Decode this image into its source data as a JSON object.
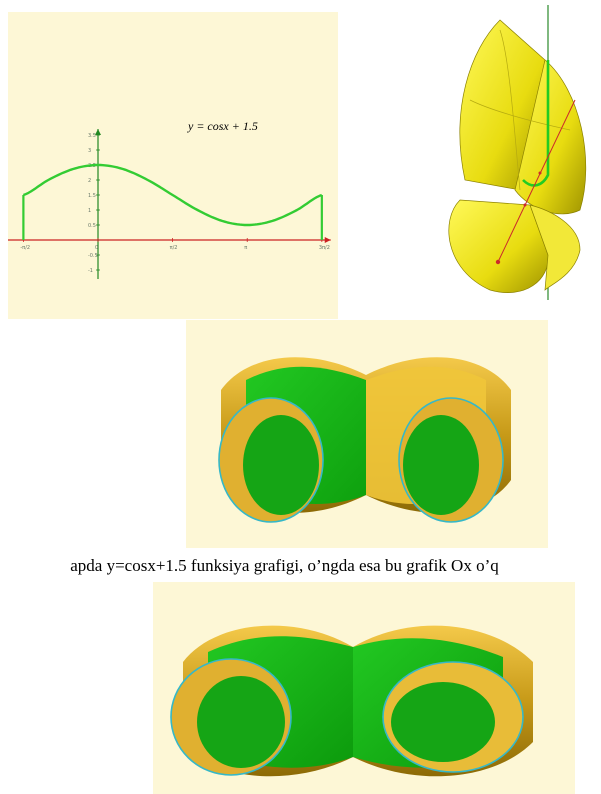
{
  "caption": "apda y=cosx+1.5 funksiya grafigi, o’ngda esa bu grafik Ox o’q",
  "graph": {
    "equation": "y = cosx + 1.5",
    "x_ticks": [
      "-π/2",
      "0",
      "π/2",
      "π",
      "3π/2"
    ],
    "y_ticks": [
      "3.5",
      "3",
      "2.5",
      "2",
      "1.5",
      "1",
      "0.5",
      "-0.5",
      "-1"
    ],
    "colors": {
      "curve": "#33cc33",
      "axis_x": "#cc2222",
      "axis_y": "#228822",
      "panel": "#fdf7d6"
    }
  },
  "chart_data": {
    "type": "line",
    "title": "",
    "xlabel": "",
    "ylabel": "",
    "x": [
      -1.5708,
      -1.0472,
      -0.5236,
      0,
      0.5236,
      1.0472,
      1.5708,
      2.0944,
      2.618,
      3.1416,
      3.6652,
      4.1888,
      4.7124
    ],
    "series": [
      {
        "name": "y = cosx + 1.5",
        "values": [
          1.5,
          2.0,
          2.366,
          2.5,
          2.366,
          2.0,
          1.5,
          1.0,
          0.634,
          0.5,
          0.634,
          1.0,
          1.5
        ]
      }
    ],
    "xlim": [
      -2.0,
      4.9
    ],
    "ylim": [
      -1.3,
      3.7
    ],
    "grid": false
  },
  "figures": {
    "surface_right": {
      "icon": "yellow-surface-of-revolution-icon"
    },
    "shape_middle": {
      "icon": "green-gold-double-cylinder-icon"
    },
    "shape_bottom": {
      "icon": "green-gold-double-cylinder-icon"
    }
  }
}
